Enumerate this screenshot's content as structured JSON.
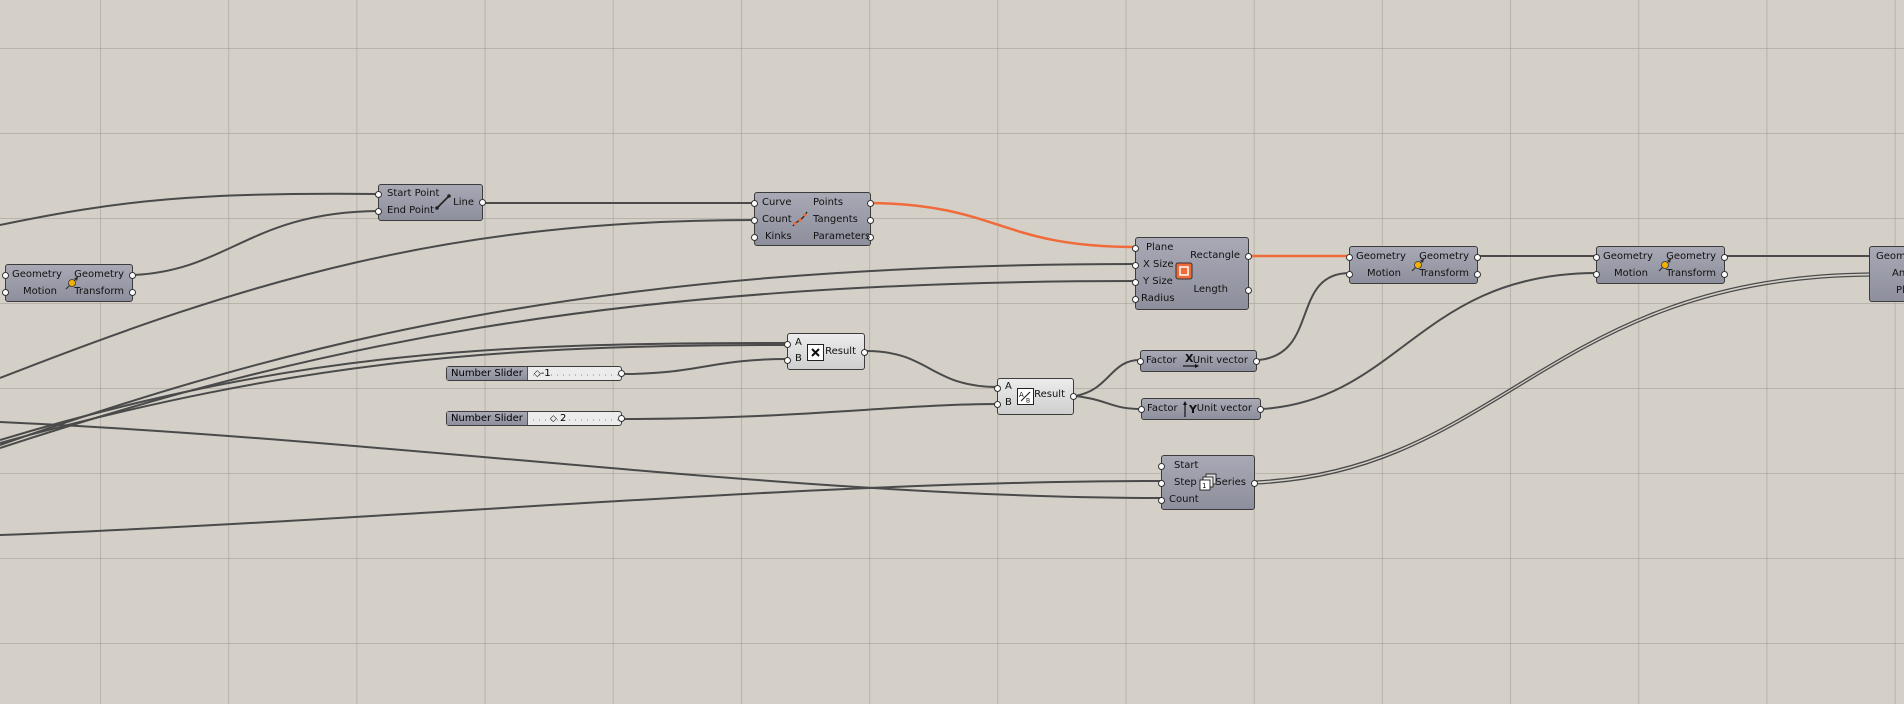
{
  "canvas": {
    "background": "#d4d0c8",
    "wire_color": "#4a4a4a",
    "active_wire_color": "#f06a3a"
  },
  "nodes": {
    "move_left": {
      "in": [
        "Geometry",
        "Motion"
      ],
      "out": [
        "Geometry",
        "Transform"
      ],
      "icon": "move-icon"
    },
    "line": {
      "in": [
        "Start Point",
        "End Point"
      ],
      "out": [
        "Line"
      ],
      "icon": "line-icon"
    },
    "divide_curve": {
      "in": [
        "Curve",
        "Count",
        "Kinks"
      ],
      "out": [
        "Points",
        "Tangents",
        "Parameters"
      ],
      "icon": "divide-curve-icon"
    },
    "rectangle": {
      "in": [
        "Plane",
        "X Size",
        "Y Size",
        "Radius"
      ],
      "out": [
        "Rectangle",
        "Length"
      ],
      "icon": "rectangle-icon"
    },
    "move_a": {
      "in": [
        "Geometry",
        "Motion"
      ],
      "out": [
        "Geometry",
        "Transform"
      ],
      "icon": "move-icon"
    },
    "move_b": {
      "in": [
        "Geometry",
        "Motion"
      ],
      "out": [
        "Geometry",
        "Transform"
      ],
      "icon": "move-icon"
    },
    "rotate_partial": {
      "in": [
        "Geome",
        "An",
        "Pla"
      ]
    },
    "multiply": {
      "in": [
        "A",
        "B"
      ],
      "out": [
        "Result"
      ],
      "icon": "multiply-icon"
    },
    "divide": {
      "in": [
        "A",
        "B"
      ],
      "out": [
        "Result"
      ],
      "icon": "divide-icon"
    },
    "unit_x": {
      "in": [
        "Factor"
      ],
      "out": [
        "Unit vector"
      ],
      "icon": "unit-x-icon"
    },
    "unit_y": {
      "in": [
        "Factor"
      ],
      "out": [
        "Unit vector"
      ],
      "icon": "unit-y-icon"
    },
    "series": {
      "in": [
        "Start",
        "Step",
        "Count"
      ],
      "out": [
        "Series"
      ],
      "icon": "series-icon"
    }
  },
  "sliders": [
    {
      "label": "Number Slider",
      "value": "-1"
    },
    {
      "label": "Number Slider",
      "value": "2"
    }
  ]
}
